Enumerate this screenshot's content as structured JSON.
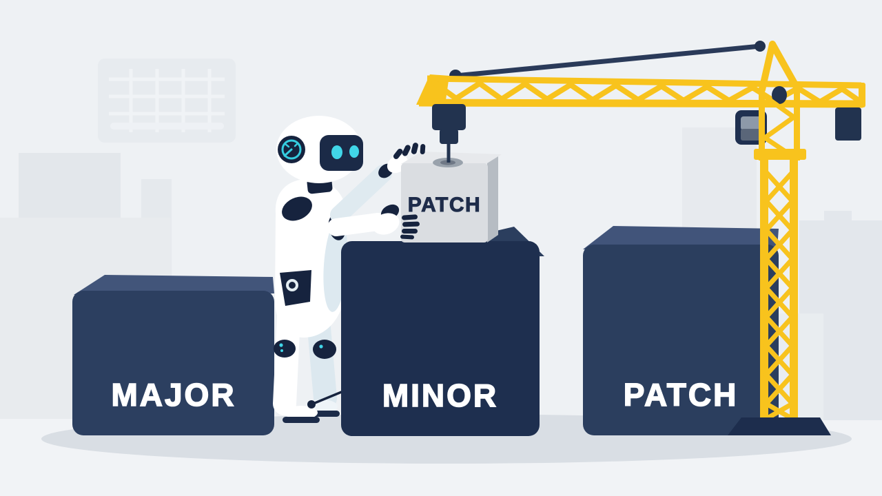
{
  "scene": {
    "blocks": {
      "major_label": "MAJOR",
      "minor_label": "MINOR",
      "patch_label": "PATCH",
      "lifted_block_label": "PATCH"
    }
  },
  "colors": {
    "background": "#eef1f4",
    "ground": "#f1f3f6",
    "building_silhouette": "#e5e9ed",
    "shadow": "#d9dee4",
    "block_major_front": "#2c3f60",
    "block_major_top": "#42557a",
    "block_minor_front": "#1e2f4f",
    "block_patch_front": "#2b3e5e",
    "block_top_face": "#41547a",
    "lifted_block_front": "#dadde1",
    "lifted_block_side": "#b6bcc3",
    "lifted_block_top": "#e7e9ec",
    "crane_yellow": "#f8c31d",
    "crane_navy": "#22334f",
    "robot_white": "#ffffff",
    "robot_shade": "#dce8ef",
    "robot_joint_navy": "#16233e",
    "robot_cyan": "#41d6e8",
    "label_white": "#ffffff",
    "lifted_label_navy": "#1e2c4a"
  }
}
